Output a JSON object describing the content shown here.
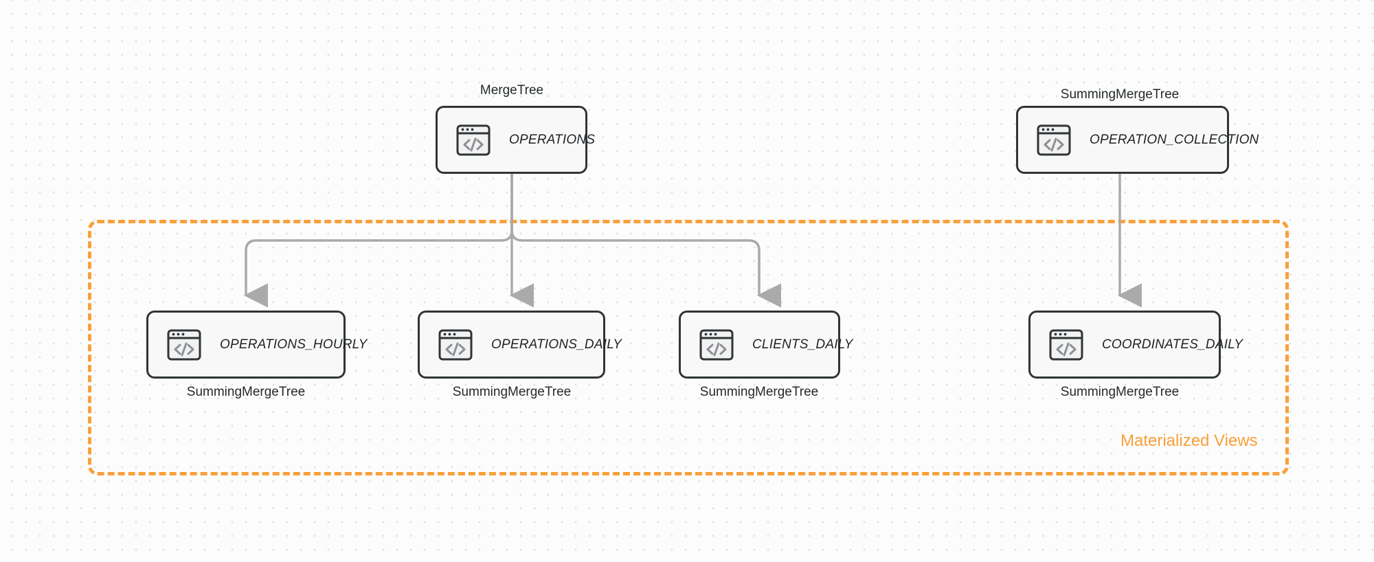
{
  "diagram": {
    "title_label": "Materialized Views",
    "accent_color": "#f9a03a",
    "node_border_color": "#2f3437",
    "edge_color": "#aaaaaa",
    "background_color": "#fcfcfc"
  },
  "group": {
    "label": "Materialized Views"
  },
  "nodes": [
    {
      "id": "operations",
      "name": "OPERATIONS",
      "engine": "MergeTree",
      "engine_position": "above",
      "icon": "code-window-icon"
    },
    {
      "id": "operation_collection",
      "name": "OPERATION_COLLECTION",
      "engine": "SummingMergeTree",
      "engine_position": "above",
      "icon": "code-window-icon"
    },
    {
      "id": "operations_hourly",
      "name": "OPERATIONS_HOURLY",
      "engine": "SummingMergeTree",
      "engine_position": "below",
      "icon": "code-window-icon"
    },
    {
      "id": "operations_daily",
      "name": "OPERATIONS_DAILY",
      "engine": "SummingMergeTree",
      "engine_position": "below",
      "icon": "code-window-icon"
    },
    {
      "id": "clients_daily",
      "name": "CLIENTS_DAILY",
      "engine": "SummingMergeTree",
      "engine_position": "below",
      "icon": "code-window-icon"
    },
    {
      "id": "coordinates_daily",
      "name": "COORDINATES_DAILY",
      "engine": "SummingMergeTree",
      "engine_position": "below",
      "icon": "code-window-icon"
    }
  ],
  "edges": [
    {
      "from": "operations",
      "to": "operations_hourly"
    },
    {
      "from": "operations",
      "to": "operations_daily"
    },
    {
      "from": "operations",
      "to": "clients_daily"
    },
    {
      "from": "operation_collection",
      "to": "coordinates_daily"
    }
  ]
}
